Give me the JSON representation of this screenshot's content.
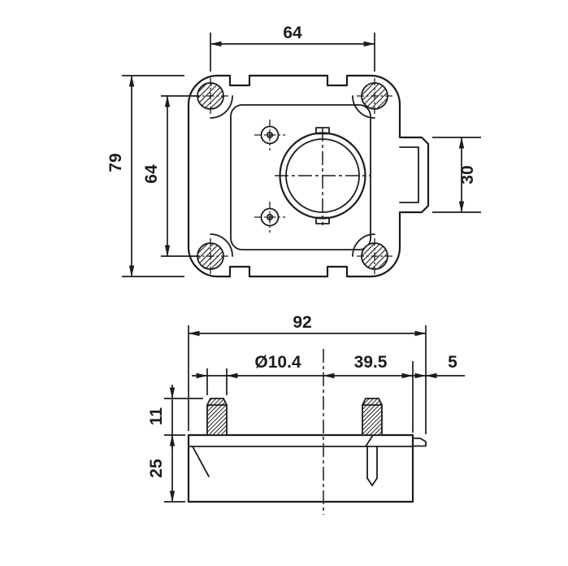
{
  "drawing": {
    "background_color": "#ffffff",
    "line_color": "#1c1c1c",
    "top_view": {
      "dim_width_centers": "64",
      "dim_overall_height": "79",
      "dim_height_centers": "64",
      "dim_clip_height": "30"
    },
    "side_view": {
      "dim_overall_width": "92",
      "dim_stud_diameter": "Ø10.4",
      "dim_center_to_edge": "39.5",
      "dim_tab_protrusion": "5",
      "dim_stud_height": "11",
      "dim_body_height": "25"
    }
  }
}
